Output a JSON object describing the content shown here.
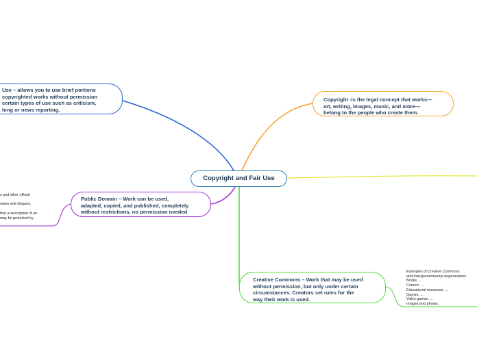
{
  "central": {
    "title": "Copyright and Fair Use"
  },
  "colors": {
    "blue_branch": "#2a5fd6",
    "orange_branch": "#f2a62a",
    "yellow_branch": "#e3e63c",
    "purple_branch": "#9b2fd6",
    "green_branch": "#4fdc3a",
    "central_border": "#2f7fb5"
  },
  "topics": {
    "fair_use": {
      "lines": [
        "Use – allows you to use brief portions",
        "copyrighted works without permission",
        "certain types of use such as criticism,",
        "hing or news reporting."
      ]
    },
    "copyright": {
      "lines": [
        "Copyright -is the legal concept that works—",
        "art, writing, images, music, and more—",
        "belong to the people who create them."
      ]
    },
    "public_domain": {
      "lines": [
        "Public Domain – Work can be used,",
        "adapted, copied, and published, completely",
        "without restrictions, no permission needed"
      ]
    },
    "creative_commons": {
      "lines": [
        "Creative Commons – Work that may be used",
        "without permission, but only under certain",
        "circumstances. Creators set rules for the",
        "way their work is used."
      ]
    }
  },
  "leaves": {
    "public_domain_notes": {
      "lines": [
        "s and other official",
        "",
        "rases and slogans,",
        "",
        "that a description of an",
        "may be protected by"
      ]
    },
    "cc_examples": {
      "lines": [
        "Examples of Creative Commons:",
        "and intergovernmental organizations",
        "Books. ...",
        "Comics. ...",
        "Educational resources. ...",
        "Games. ...",
        "Video games. ...",
        "Images and photos."
      ]
    }
  }
}
